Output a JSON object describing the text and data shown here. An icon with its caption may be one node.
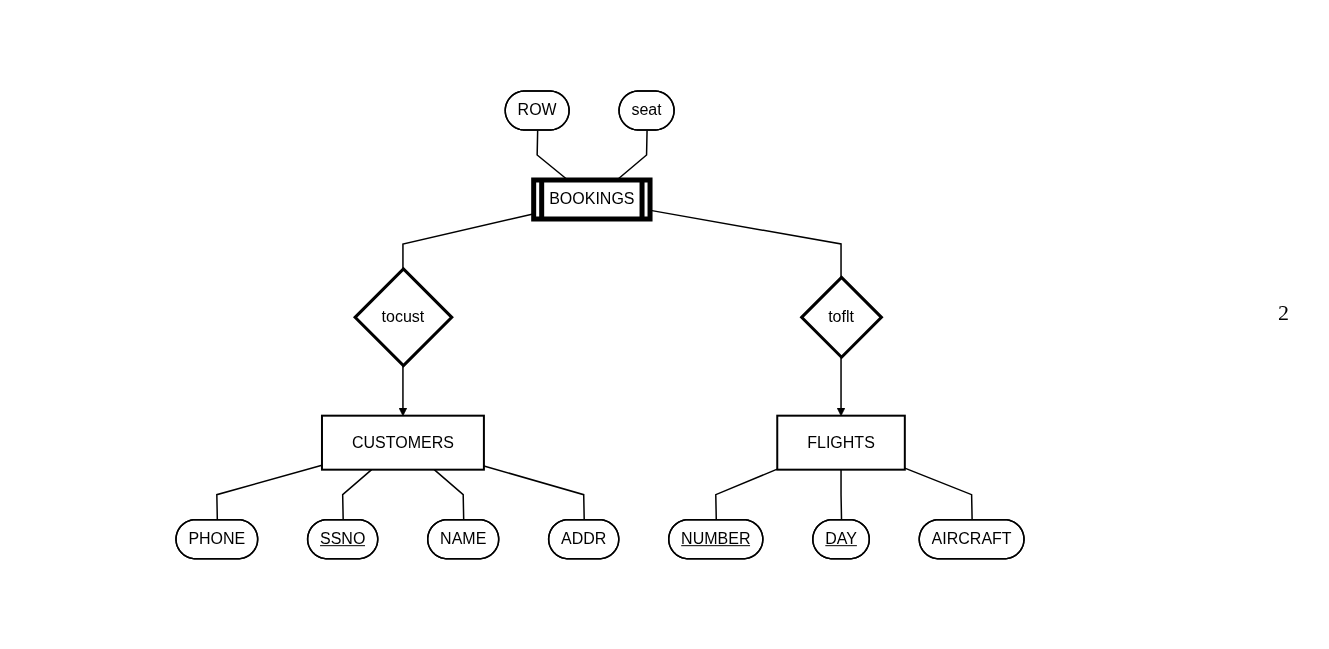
{
  "diagram": {
    "nodes": [
      {
        "text": [
          "ROW"
        ]
      },
      {
        "text": [
          "seat"
        ]
      },
      {
        "text": [
          "BOOKINGS"
        ]
      },
      {
        "text": [
          "tocust"
        ]
      },
      {
        "text": [
          "toflt"
        ]
      },
      {
        "text": [
          "CUSTOMERS"
        ]
      },
      {
        "text": [
          "PHONE"
        ]
      },
      {
        "text": [
          "FLIGHTS"
        ]
      },
      {
        "text": [
          "SSNO"
        ]
      },
      {
        "text": [
          "NAME"
        ]
      },
      {
        "text": [
          "ADDR"
        ]
      },
      {
        "text": [
          "NUMBER"
        ]
      },
      {
        "text": [
          "DAY"
        ]
      },
      {
        "text": [
          "AIRCRAFT"
        ]
      }
    ],
    "edges": [
      {
        "from": 0,
        "to": 2,
        "arrow": "none"
      },
      {
        "from": 1,
        "to": 2,
        "arrow": "none"
      },
      {
        "from": 2,
        "to": 3,
        "arrow": "none"
      },
      {
        "from": 3,
        "to": 5,
        "arrow": "to"
      },
      {
        "from": 2,
        "to": 4,
        "arrow": "none"
      },
      {
        "from": 4,
        "to": 7,
        "arrow": "to"
      },
      {
        "from": 5,
        "to": 6,
        "arrow": "none"
      },
      {
        "from": 5,
        "to": 8,
        "arrow": "none"
      },
      {
        "from": 5,
        "to": 9,
        "arrow": "none"
      },
      {
        "from": 5,
        "to": 10,
        "arrow": "none"
      },
      {
        "from": 7,
        "to": 11,
        "arrow": "none"
      },
      {
        "from": 7,
        "to": 12,
        "arrow": "none"
      },
      {
        "from": 7,
        "to": 13,
        "arrow": "none"
      }
    ],
    "labels": [
      "2"
    ]
  }
}
